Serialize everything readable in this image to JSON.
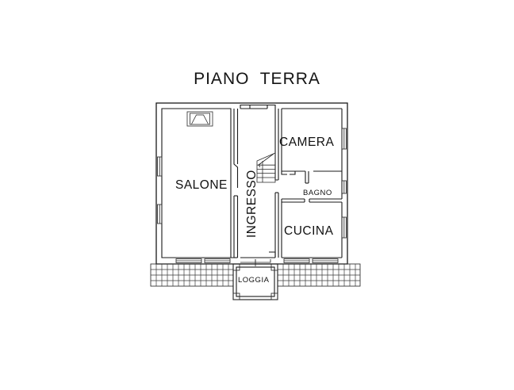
{
  "document": {
    "title": "PIANO  TERRA",
    "title_words": [
      "PIANO",
      "TERRA"
    ],
    "background_color": "#ffffff",
    "line_color": "#111111"
  },
  "floorplan": {
    "level_name": "PIANO TERRA",
    "rooms": [
      {
        "id": "salone",
        "label": "SALONE",
        "orientation": "horizontal",
        "size": "large"
      },
      {
        "id": "ingresso",
        "label": "INGRESSO",
        "orientation": "vertical",
        "size": "large"
      },
      {
        "id": "camera",
        "label": "CAMERA",
        "orientation": "horizontal",
        "size": "large"
      },
      {
        "id": "bagno",
        "label": "BAGNO",
        "orientation": "horizontal",
        "size": "small"
      },
      {
        "id": "cucina",
        "label": "CUCINA",
        "orientation": "horizontal",
        "size": "large"
      },
      {
        "id": "loggia",
        "label": "LOGGIA",
        "orientation": "horizontal",
        "size": "small"
      }
    ],
    "features": [
      {
        "id": "fireplace",
        "name": "fireplace-symbol"
      },
      {
        "id": "staircase",
        "name": "staircase-symbol"
      },
      {
        "id": "front-steps-left",
        "name": "exterior-steps"
      },
      {
        "id": "front-steps-right",
        "name": "exterior-steps"
      }
    ],
    "windows_left_wall": 2,
    "windows_right_wall": 3,
    "windows_bottom_wall": 4
  }
}
